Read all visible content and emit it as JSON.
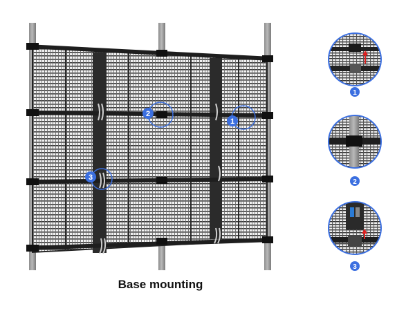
{
  "caption": "Base mounting",
  "markers": [
    "1",
    "2",
    "3"
  ],
  "detail_labels": [
    "1",
    "2",
    "3"
  ],
  "colors": {
    "marker_blue": "#3b6fe0",
    "pole": "#9a9a9a",
    "panel_frame": "#2a2a2a",
    "arrow": "#e02020"
  }
}
